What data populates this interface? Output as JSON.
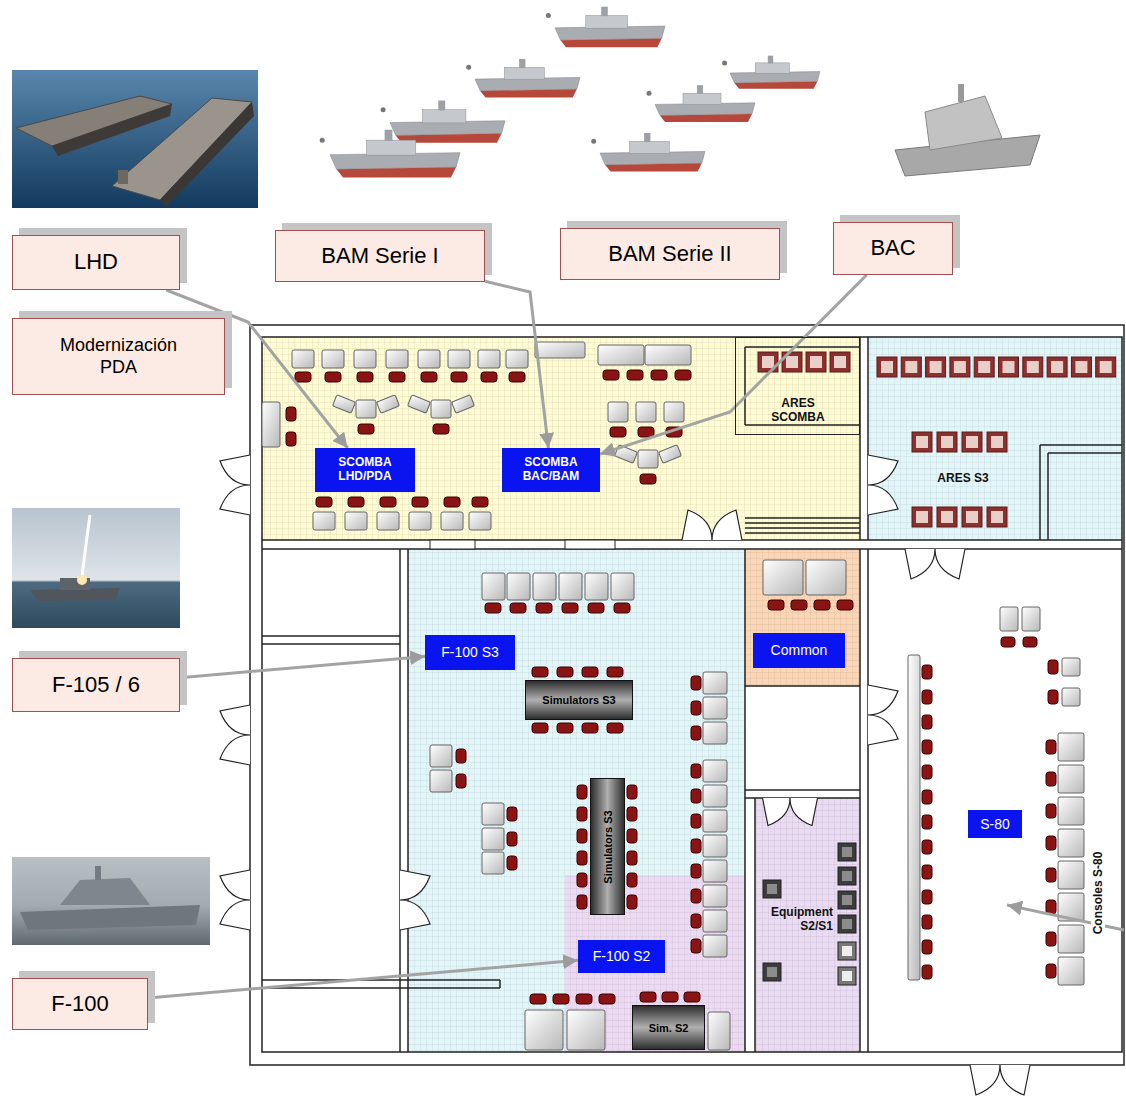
{
  "diagram": {
    "nodes": [
      {
        "text": [
          "LHD"
        ]
      },
      {
        "text": [
          "Modernización PDA"
        ]
      },
      {
        "text": [
          "BAM Serie I"
        ]
      },
      {
        "text": [
          "BAM Serie II"
        ]
      },
      {
        "text": [
          "BAC"
        ]
      },
      {
        "text": [
          "SCOMBA LHD/PDA"
        ]
      },
      {
        "text": [
          "SCOMBA BAC/BAM"
        ]
      },
      {
        "text": [
          "ARES SCOMBA"
        ]
      },
      {
        "text": [
          "ARES S3"
        ]
      },
      {
        "text": [
          "F-100 S3"
        ]
      },
      {
        "text": [
          "Common"
        ]
      },
      {
        "text": [
          "Simulators S3"
        ]
      },
      {
        "text": [
          "F-105 / 6"
        ]
      },
      {
        "text": [
          "Simulators S3"
        ]
      },
      {
        "text": [
          "S-80"
        ]
      },
      {
        "text": [
          "Equipment S2/S1"
        ]
      },
      {
        "text": [
          "F-100 S2"
        ]
      },
      {
        "text": [
          "Sim. S2"
        ]
      },
      {
        "text": [
          "F-100"
        ]
      }
    ],
    "edges": [
      {
        "from": 0,
        "to": 5,
        "arrow": "to"
      },
      {
        "from": 2,
        "to": 6,
        "arrow": "to"
      },
      {
        "from": 4,
        "to": 6,
        "arrow": "to"
      },
      {
        "from": 12,
        "to": 9,
        "arrow": "to"
      },
      {
        "from": 18,
        "to": 16,
        "arrow": "to"
      }
    ],
    "labels": [
      "Consoles S-80"
    ]
  }
}
